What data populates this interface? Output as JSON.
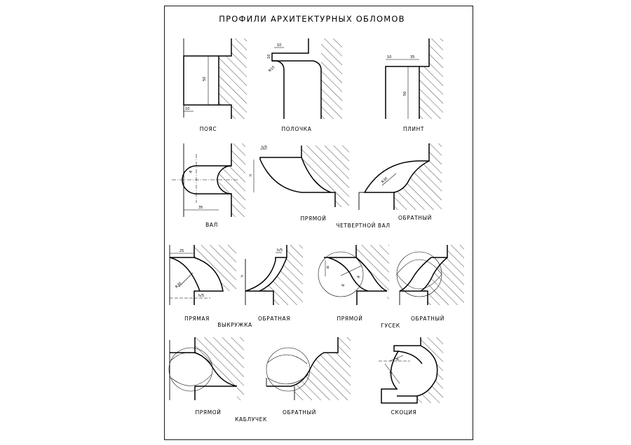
{
  "title": "ПРОФИЛИ АРХИТЕКТУРНЫХ ОБЛОМОВ",
  "labels": {
    "poyas": "ПОЯС",
    "polochka": "ПОЛОЧКА",
    "plint": "ПЛИНТ",
    "val": "ВАЛ",
    "chetvertnoy_val": "ЧЕТВЕРТНОЙ ВАЛ",
    "vykruzhka": "ВЫКРУЖКА",
    "gusek": "ГУСЕК",
    "kabluchek": "КАБЛУЧЕК",
    "skotsiya": "СКОЦИЯ",
    "pryamoy": "ПРЯМОЙ",
    "obratny": "ОБРАТНЫЙ",
    "pryamaya": "ПРЯМАЯ",
    "obratnaya": "ОБРАТНАЯ"
  },
  "dims": {
    "d10": "10",
    "d35": "35",
    "d50": "50",
    "d25": "25",
    "r": "R",
    "r10": "R10",
    "r30": "R30",
    "r5": "R5",
    "h": "h",
    "h5": "h/5"
  }
}
